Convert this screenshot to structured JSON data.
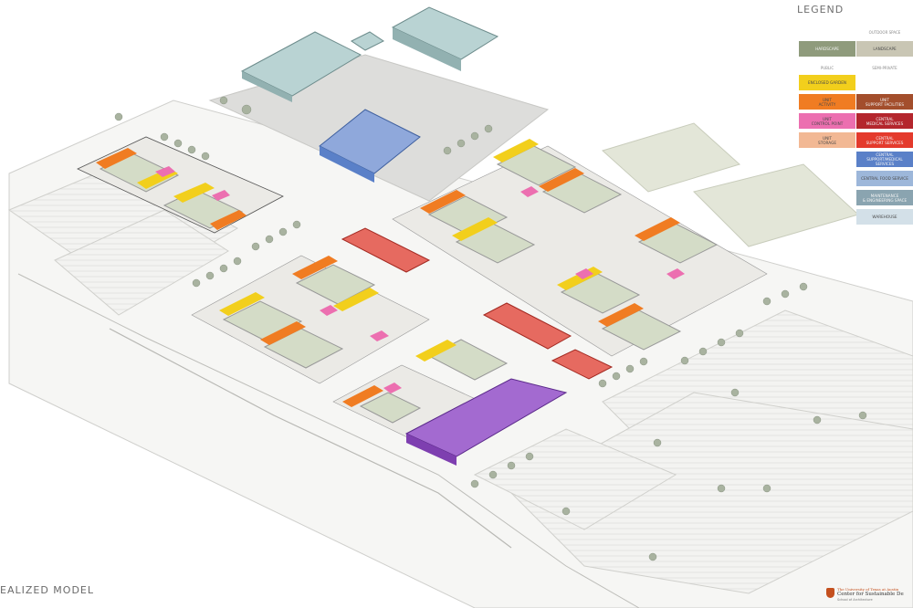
{
  "legend": {
    "title": "LEGEND",
    "group1_label": "OUTDOOR SPACE",
    "group2_label_left": "PUBLIC",
    "group2_label_right": "SEMI-PRIVATE",
    "items": [
      {
        "label": "HARDSCAPE",
        "color": "#8f9b7c"
      },
      {
        "label": "LANDSCAPE",
        "color": "#c9c6b4"
      },
      {
        "label": "ENCLOSED GARDEN",
        "color": "#f2cf1c"
      },
      {
        "label": "UNIT\nACTIVITY",
        "color": "#f07c22"
      },
      {
        "label": "UNIT\nSUPPORT FACILITIES",
        "color": "#a34e2c"
      },
      {
        "label": "UNIT\nCONTROL POINT",
        "color": "#ec6fb0"
      },
      {
        "label": "CENTRAL\nMEDICAL SERVICES",
        "color": "#b4262d"
      },
      {
        "label": "UNIT\nSTORAGE",
        "color": "#f2b894"
      },
      {
        "label": "CENTRAL\nSUPPORT SERVICES",
        "color": "#e43a2c"
      },
      {
        "label": "CENTRAL\nSUPPORT/MEDICAL SERVICES",
        "color": "#5a80c8"
      },
      {
        "label": "CENTRAL FOOD SERVICE",
        "color": "#9db7da"
      },
      {
        "label": "MAINTENANCE\n& ENGINEERING SPACE",
        "color": "#8aa4b0"
      },
      {
        "label": "WAREHOUSE",
        "color": "#d3e0e8"
      }
    ]
  },
  "caption": "EALIZED MODEL",
  "logo": {
    "line1": "The University of Texas at Austin",
    "line2": "Center for Sustainable De",
    "line3": "School of Architecture"
  }
}
